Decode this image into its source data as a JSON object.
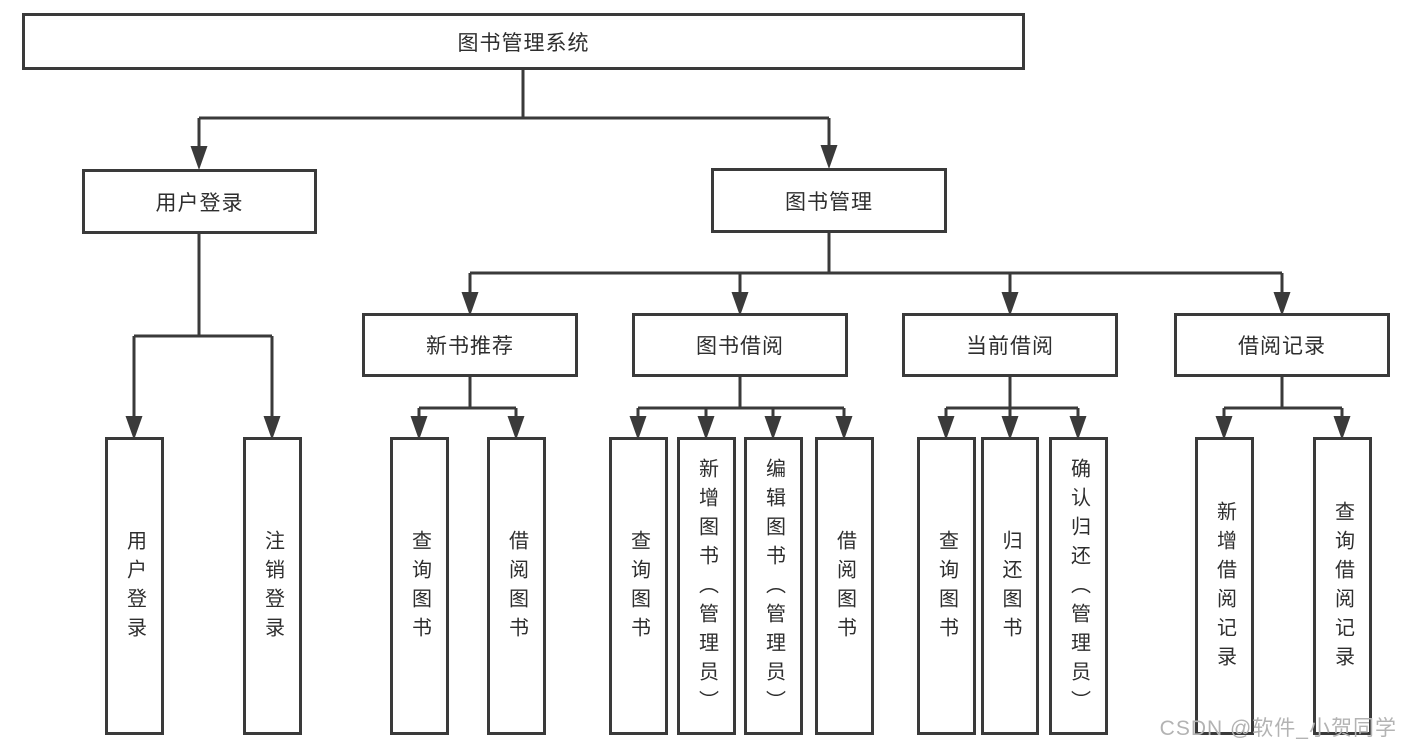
{
  "root": {
    "label": "图书管理系统"
  },
  "level2": {
    "user_login": {
      "label": "用户登录"
    },
    "book_mgmt": {
      "label": "图书管理"
    }
  },
  "level3": {
    "new_books": {
      "label": "新书推荐"
    },
    "book_borrow": {
      "label": "图书借阅"
    },
    "current_borrow": {
      "label": "当前借阅"
    },
    "borrow_records": {
      "label": "借阅记录"
    }
  },
  "leaves": {
    "user_login": {
      "label": "用户登录"
    },
    "logout": {
      "label": "注销登录"
    },
    "newbooks_query": {
      "label": "查询图书"
    },
    "newbooks_borrow": {
      "label": "借阅图书"
    },
    "borrow_query": {
      "label": "查询图书"
    },
    "borrow_add": {
      "label": "新增图书（管理员）"
    },
    "borrow_edit": {
      "label": "编辑图书（管理员）"
    },
    "borrow_lend": {
      "label": "借阅图书"
    },
    "current_query": {
      "label": "查询图书"
    },
    "current_return": {
      "label": "归还图书"
    },
    "current_confirm": {
      "label": "确认归还（管理员）"
    },
    "records_add": {
      "label": "新增借阅记录"
    },
    "records_query": {
      "label": "查询借阅记录"
    }
  },
  "watermark": {
    "text": "CSDN @软件_小贺同学"
  },
  "colors": {
    "line": "#3a3a3a",
    "text": "#2e2e2e",
    "box_background": "#ffffff",
    "watermark": "#b3b3b3"
  }
}
